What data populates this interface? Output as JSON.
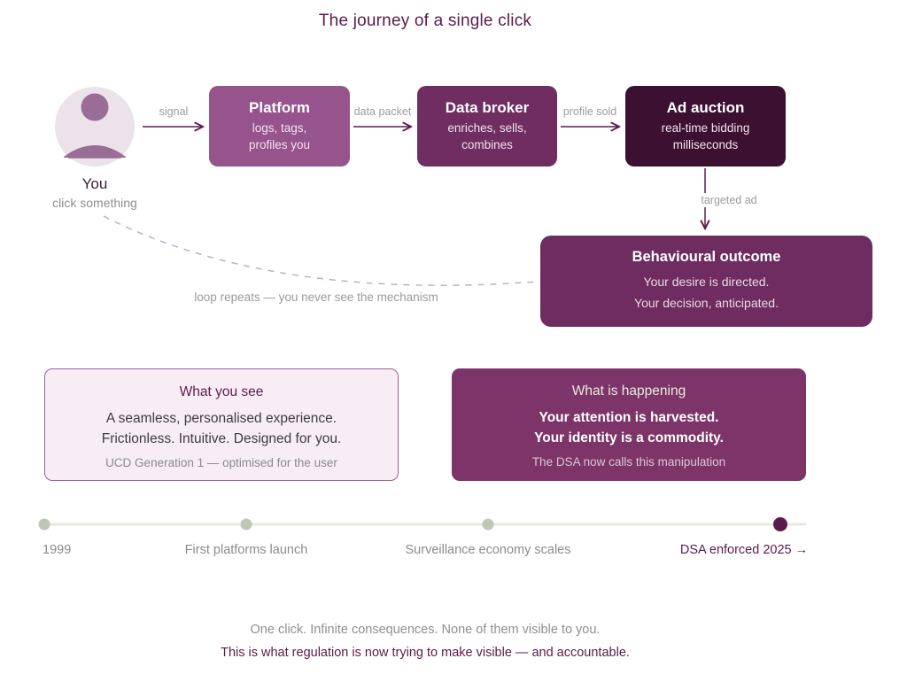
{
  "title": "The journey of a single click",
  "colors": {
    "accent": "#5b1a4c",
    "node_platform": "#96538c",
    "node_broker": "#6f2d62",
    "node_auction": "#3b1030",
    "node_outcome": "#6e2c60",
    "panel_dark_bg": "#7d3468",
    "panel_light_bg": "#f8edf5",
    "panel_light_border": "#9c6292",
    "arrow": "#5e1c4e",
    "dashed_loop": "#b5aacb",
    "timeline_line": "#e6e8e2",
    "timeline_dot": "#bfc7b2",
    "timeline_dot_highlight": "#5a1b4b",
    "gray_label": "#9b9b9b"
  },
  "flow": {
    "you": {
      "label": "You",
      "sublabel": "click something"
    },
    "nodes": [
      {
        "title": "Platform",
        "line1": "logs, tags,",
        "line2": "profiles you",
        "color": "#96538c"
      },
      {
        "title": "Data broker",
        "line1": "enriches, sells,",
        "line2": "combines",
        "color": "#6f2d62"
      },
      {
        "title": "Ad auction",
        "line1": "real-time bidding",
        "line2": "milliseconds",
        "color": "#3b1030"
      }
    ],
    "edge_labels": {
      "you_to_platform": "signal",
      "platform_to_broker": "data packet",
      "broker_to_auction": "profile sold",
      "auction_to_outcome": "targeted ad"
    },
    "outcome": {
      "title": "Behavioural outcome",
      "line1": "Your desire is directed.",
      "line2": "Your decision, anticipated.",
      "color": "#6e2c60"
    },
    "loop_label": "loop repeats — you never see the mechanism"
  },
  "panels": [
    {
      "title": "What you see",
      "line1": "A seamless, personalised experience.",
      "line2": "Frictionless. Intuitive. Designed for you.",
      "footnote": "UCD Generation 1 — optimised for the user"
    },
    {
      "title": "What is happening",
      "line1": "Your attention is harvested.",
      "line2": "Your identity is a commodity.",
      "footnote": "The DSA now calls this manipulation"
    }
  ],
  "timeline": {
    "milestones": [
      {
        "label": "1999",
        "highlight": false
      },
      {
        "label": "First platforms launch",
        "highlight": false
      },
      {
        "label": "Surveillance economy scales",
        "highlight": false
      },
      {
        "label": "DSA enforced 2025 →",
        "highlight": true
      }
    ]
  },
  "footer": {
    "line1": "One click. Infinite consequences. None of them visible to you.",
    "line2": "This is what regulation is now trying to make visible — and accountable."
  }
}
